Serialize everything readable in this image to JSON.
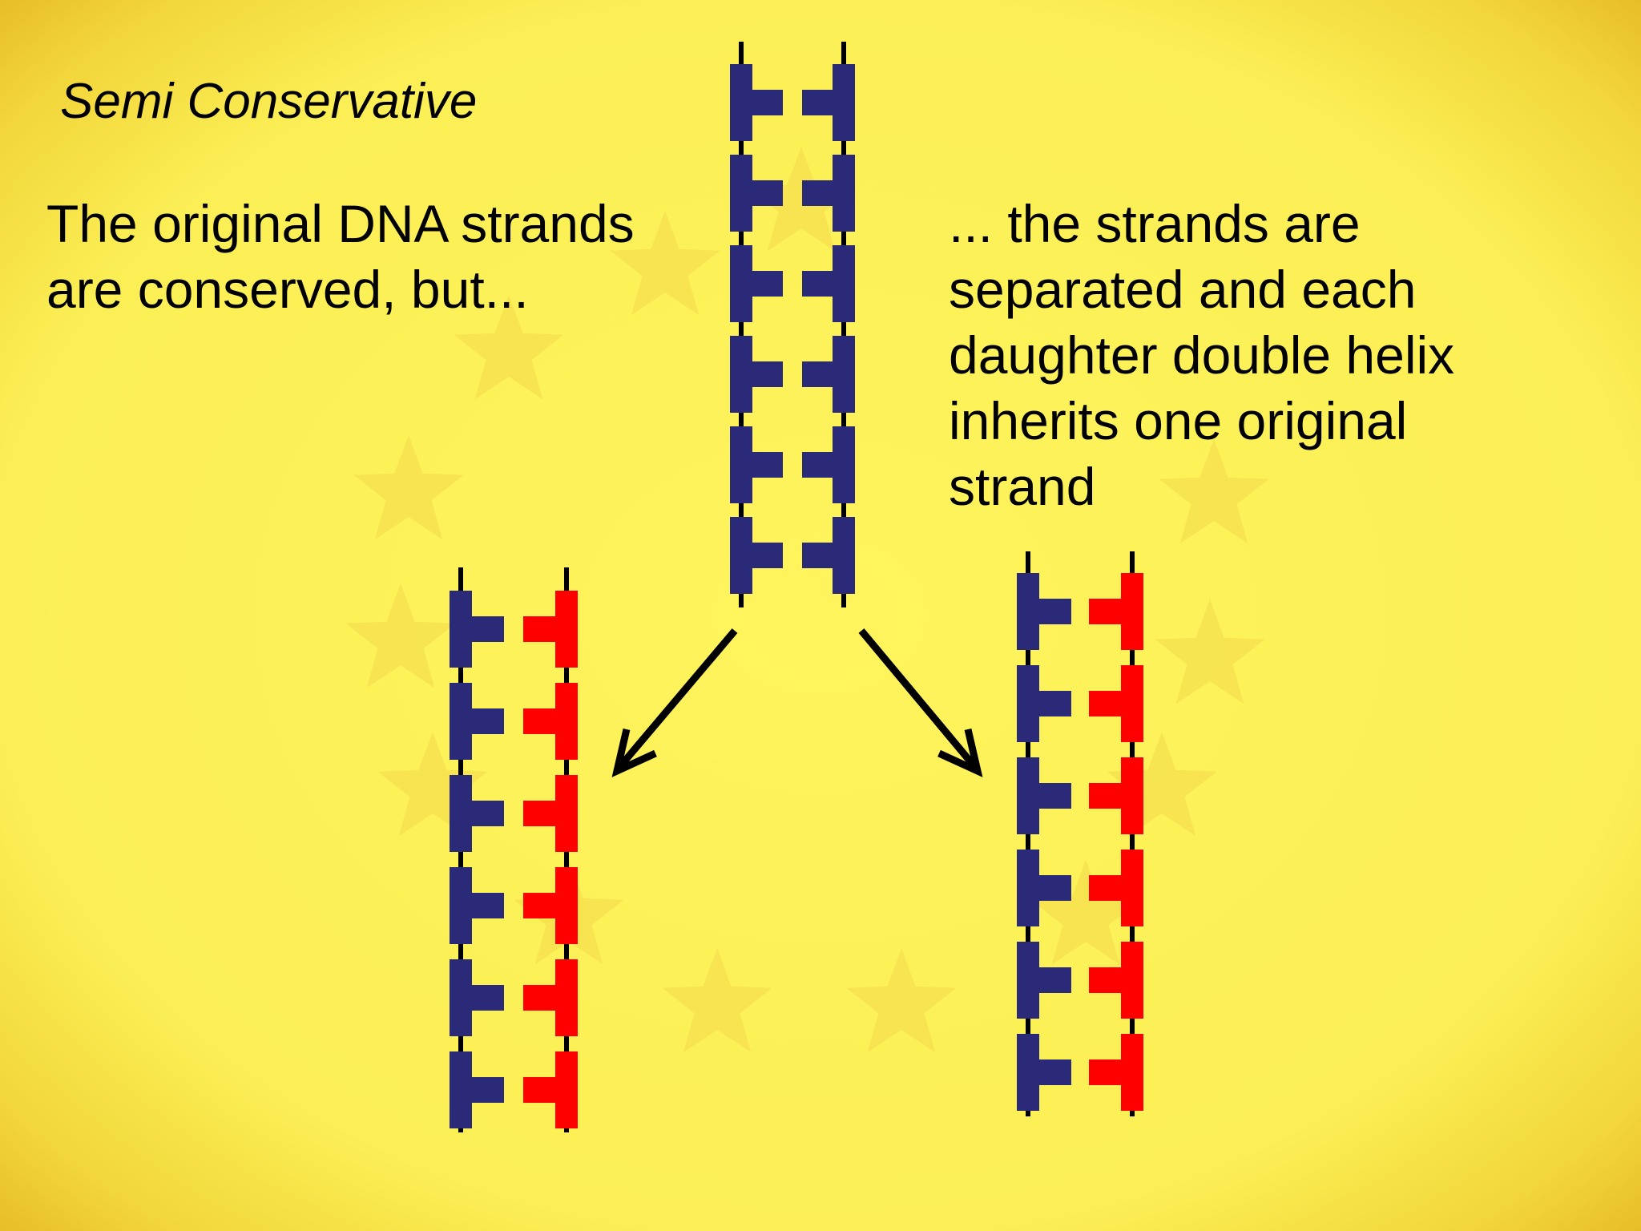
{
  "title": "Semi Conservative",
  "left_text": [
    "The original DNA strands",
    "are conserved, but..."
  ],
  "right_text": [
    "... the strands are",
    "separated and each",
    "daughter double helix",
    "inherits one original",
    "strand"
  ],
  "colors": {
    "original_strand": "#2a2a78",
    "new_strand": "#ff0000",
    "backbone": "#000000",
    "star": "#f3d84a"
  },
  "diagram": {
    "parent_pairs": 6,
    "daughter_pairs": 6,
    "parent_strands": [
      "original",
      "original"
    ],
    "daughter_left_strands": [
      "original",
      "new"
    ],
    "daughter_right_strands": [
      "original",
      "new"
    ]
  }
}
